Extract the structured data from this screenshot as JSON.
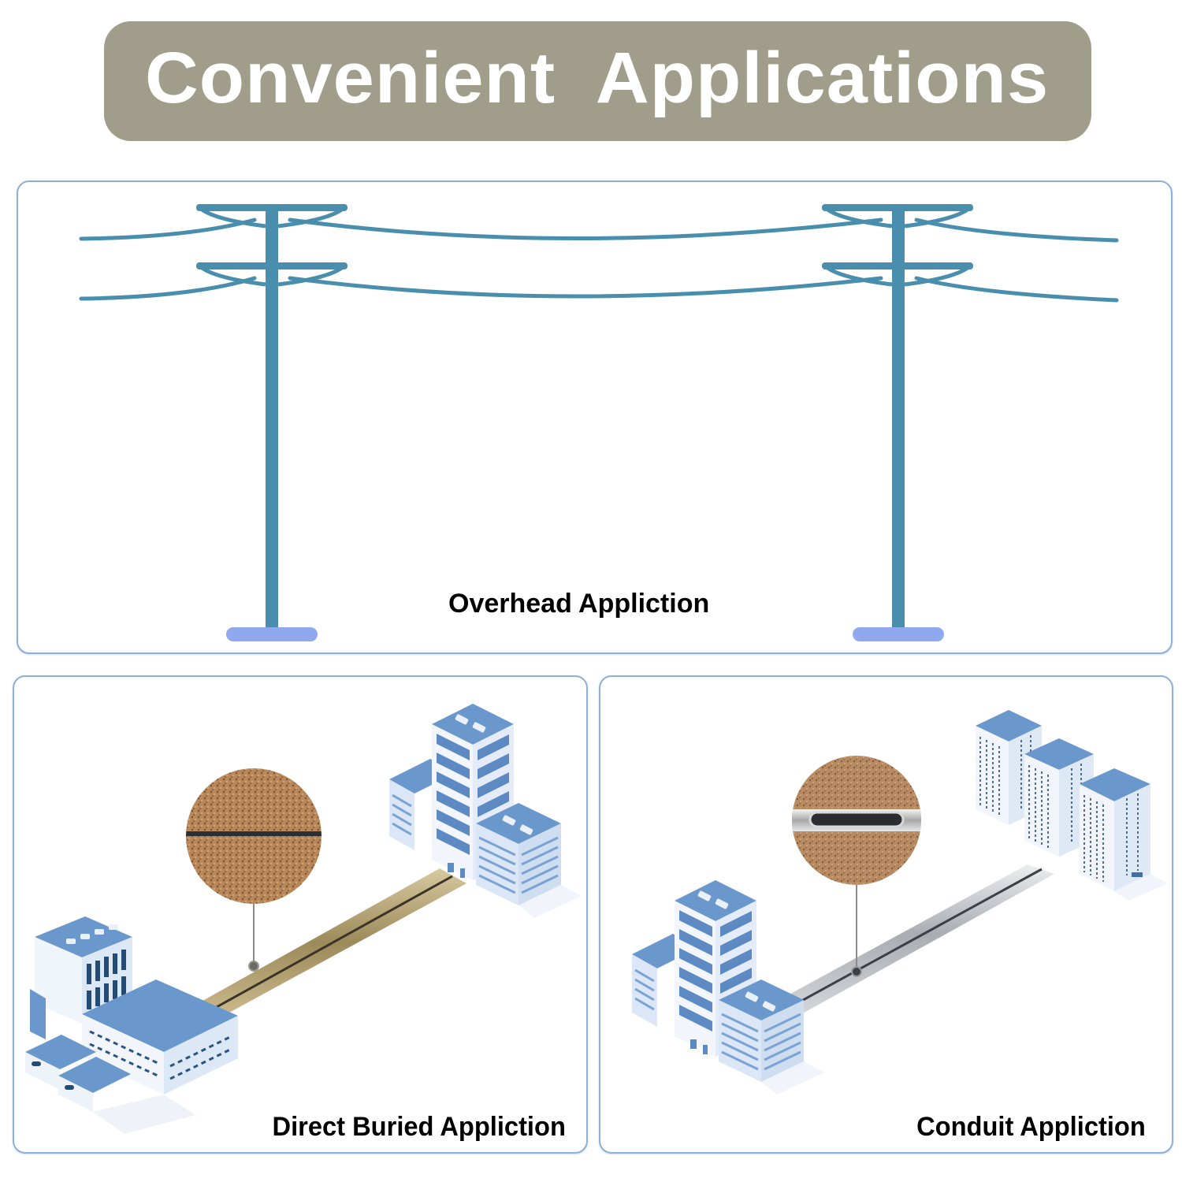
{
  "banner": {
    "title": "Convenient  Applications",
    "background_color": "#a09d8b",
    "text_color": "#ffffff"
  },
  "panels": [
    {
      "id": "overhead",
      "caption": "Overhead Appliction",
      "illustration": "utility-poles-with-overhead-cable",
      "accent_color": "#4a8ead"
    },
    {
      "id": "direct-buried",
      "caption": "Direct Buried Appliction",
      "illustration": "buildings-connected-by-buried-cable-in-soil",
      "accent_color": "#6a97cc"
    },
    {
      "id": "conduit",
      "caption": "Conduit Appliction",
      "illustration": "buildings-connected-by-cable-in-conduit",
      "accent_color": "#6a97cc"
    }
  ],
  "colors": {
    "panel_border": "#8eb0d8",
    "pole": "#4a8ead",
    "pole_base": "#8fa8ee",
    "building_roof": "#6a97cc",
    "soil": "#b9885a",
    "conduit": "#b8bcc0"
  }
}
